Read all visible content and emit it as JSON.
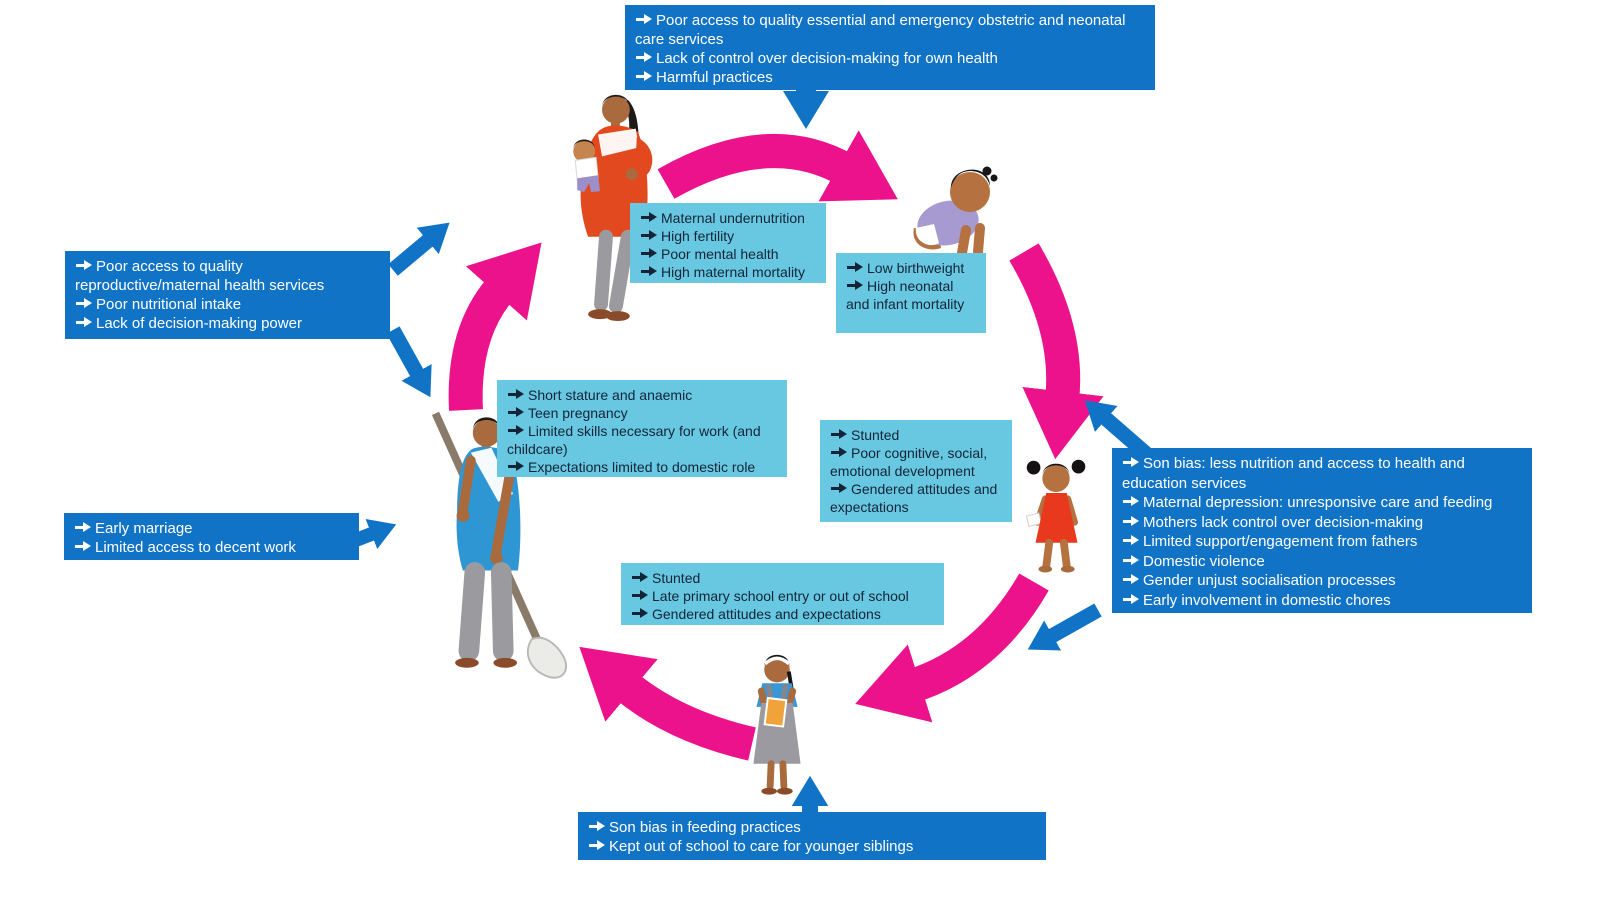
{
  "colors": {
    "dark_blue": "#1173c5",
    "light_blue": "#68c8e1",
    "pink": "#ec128b",
    "text_on_dark": "#ffffff",
    "text_on_light": "#132438"
  },
  "icons": {
    "bullet": "arrow-right"
  },
  "figures": [
    "pregnant-woman-with-baby",
    "crawling-baby",
    "toddler-girl",
    "school-girl-with-book",
    "young-woman-with-mop"
  ],
  "external_factors": {
    "maternal_care": {
      "items": [
        "Poor access to quality essential and emergency obstetric and neonatal care services",
        "Lack of control over decision-making for own health",
        "Harmful practices"
      ]
    },
    "reproductive_health": {
      "items": [
        "Poor access to quality reproductive/maternal health services",
        "Poor nutritional intake",
        "Lack of decision-making power"
      ]
    },
    "marriage_work": {
      "items": [
        "Early marriage",
        "Limited access to decent work"
      ]
    },
    "childhood_environment": {
      "items": [
        "Son bias: less nutrition and access to health and education services",
        "Maternal depression: unresponsive care and feeding",
        "Mothers lack control over decision-making",
        "Limited support/engagement from fathers",
        "Domestic violence",
        "Gender unjust socialisation processes",
        "Early involvement in domestic chores"
      ]
    },
    "girlhood": {
      "items": [
        "Son bias in feeding practices",
        "Kept out of school to care for younger siblings"
      ]
    }
  },
  "cycle_stages": {
    "pregnant_woman": {
      "items": [
        "Maternal undernutrition",
        "High fertility",
        "Poor mental health",
        "High maternal mortality"
      ]
    },
    "infant": {
      "items": [
        "Low birthweight",
        "High neonatal and infant mortality"
      ]
    },
    "adolescent_woman": {
      "items": [
        "Short stature and anaemic",
        "Teen pregnancy",
        "Limited skills necessary for work (and childcare)",
        "Expectations limited to domestic role"
      ]
    },
    "young_child": {
      "items": [
        "Stunted",
        "Poor cognitive, social, emotional development",
        "Gendered attitudes and expectations"
      ]
    },
    "school_age_girl": {
      "items": [
        "Stunted",
        "Late primary school entry or out of school",
        "Gendered  attitudes and expectations"
      ]
    }
  }
}
